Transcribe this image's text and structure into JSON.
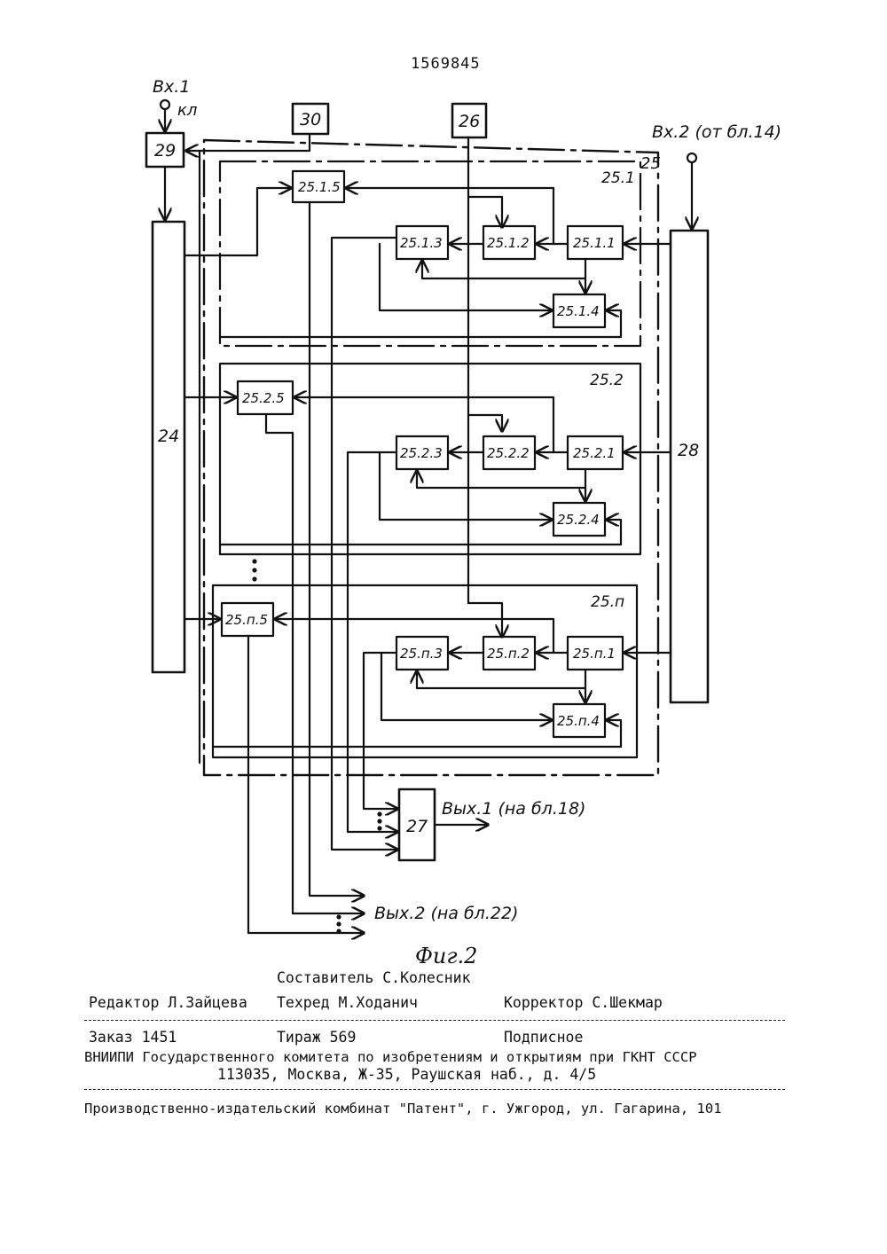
{
  "header": {
    "doc_number": "1569845"
  },
  "diagram": {
    "inputs": {
      "in1": "Вх.1",
      "in1_sub": "кл",
      "in2": "Вх.2 (от бл.14)"
    },
    "blocks": {
      "b24": "24",
      "b25": "25",
      "b26": "26",
      "b27": "27",
      "b28": "28",
      "b29": "29",
      "b30": "30"
    },
    "groups": [
      {
        "title": "25.1",
        "units": [
          "25.1.1",
          "25.1.2",
          "25.1.3",
          "25.1.4",
          "25.1.5"
        ]
      },
      {
        "title": "25.2",
        "units": [
          "25.2.1",
          "25.2.2",
          "25.2.3",
          "25.2.4",
          "25.2.5"
        ]
      },
      {
        "title": "25.п",
        "units": [
          "25.п.1",
          "25.п.2",
          "25.п.3",
          "25.п.4",
          "25.п.5"
        ]
      }
    ],
    "outputs": {
      "out1": "Вых.1 (на бл.18)",
      "out2": "Вых.2 (на бл.22)"
    },
    "figure_caption": "Фиг.2"
  },
  "imprint": {
    "compiler": "Составитель С.Колесник",
    "editor": "Редактор Л.Зайцева",
    "techred": "Техред М.Ходанич",
    "corrector": "Корректор С.Шекмар",
    "order": "Заказ 1451",
    "circulation": "Тираж 569",
    "subscription": "Подписное",
    "org": "ВНИИПИ Государственного комитета по изобретениям и открытиям при ГКНТ СССР",
    "address": "113035, Москва, Ж-35, Раушская наб., д. 4/5",
    "publisher": "Производственно-издательский комбинат \"Патент\", г. Ужгород, ул. Гагарина, 101"
  }
}
